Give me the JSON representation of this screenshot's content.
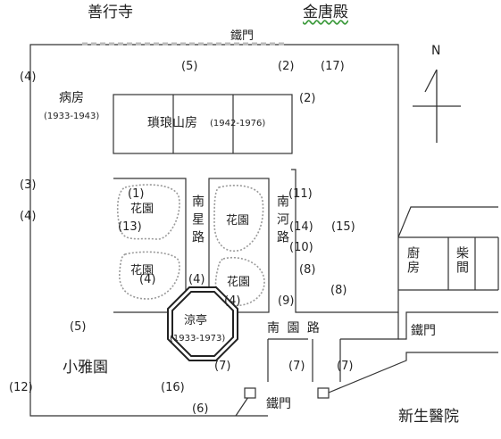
{
  "labels": {
    "top_left_temple": "善行寺",
    "top_right_temple": "金唐殿",
    "gate_top": "鐵門",
    "ward_name": "病房",
    "ward_years": "(1933-1943)",
    "main_building": "瑣琅山房",
    "main_building_years": "(1942-1976)",
    "garden": "花園",
    "road_nanxing": "南星路",
    "road_nanhe": "南河路",
    "road_nanyuan": "南 園 路",
    "pavilion": "涼亭",
    "pavilion_years": "(1933-1973)",
    "kitchen": "廚房",
    "woodshed": "柴間",
    "gate_right": "鐵門",
    "gate_bottom": "鐵門",
    "small_garden": "小雅園",
    "hospital": "新生醫院",
    "north": "N"
  },
  "markers": {
    "m4_topleft": "(4)",
    "m5_top": "(5)",
    "m2_top": "(2)",
    "m17": "(17)",
    "m2_right": "(2)",
    "m3": "(3)",
    "m4_left": "(4)",
    "m1": "(1)",
    "m13": "(13)",
    "m11": "(11)",
    "m14": "(14)",
    "m10": "(10)",
    "m15": "(15)",
    "m8_a": "(8)",
    "m8_b": "(8)",
    "m4_mid": "(4)",
    "m4_center": "(4)",
    "m4_pav": "(4)",
    "m9": "(9)",
    "m5_left": "(5)",
    "m7_a": "(7)",
    "m7_b": "(7)",
    "m7_c": "(7)",
    "m12": "(12)",
    "m16": "(16)",
    "m6": "(6)"
  },
  "colors": {
    "line": "#333333",
    "garden_outline": "#888888",
    "wavy_underline": "#3c9a3c"
  }
}
